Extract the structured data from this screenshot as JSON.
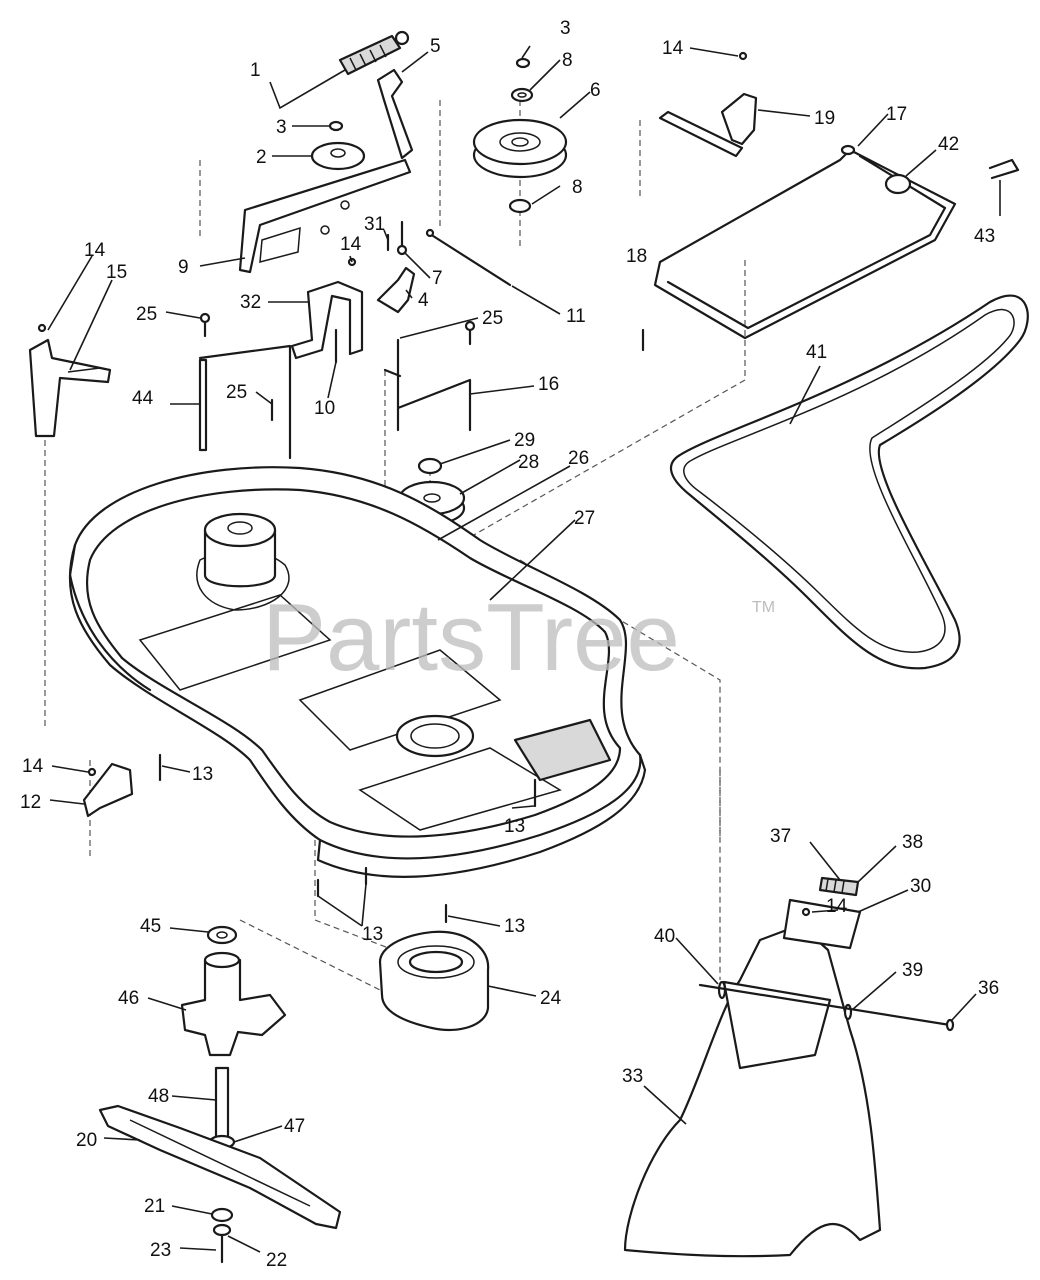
{
  "watermark": {
    "text": "PartsTree",
    "trademark": "TM"
  },
  "callouts": {
    "c1": "1",
    "c2": "2",
    "c3a": "3",
    "c3b": "3",
    "c4": "4",
    "c5": "5",
    "c6": "6",
    "c7": "7",
    "c8a": "8",
    "c8b": "8",
    "c9": "9",
    "c10": "10",
    "c11": "11",
    "c12": "12",
    "c13a": "13",
    "c13b": "13",
    "c13c": "13",
    "c13d": "13",
    "c14a": "14",
    "c14b": "14",
    "c14c": "14",
    "c14d": "14",
    "c14e": "14",
    "c15": "15",
    "c16": "16",
    "c17": "17",
    "c18": "18",
    "c19": "19",
    "c20": "20",
    "c21": "21",
    "c22": "22",
    "c23": "23",
    "c24": "24",
    "c25a": "25",
    "c25b": "25",
    "c25c": "25",
    "c26": "26",
    "c27": "27",
    "c28": "28",
    "c29": "29",
    "c30": "30",
    "c31": "31",
    "c32": "32",
    "c33": "33",
    "c36": "36",
    "c37": "37",
    "c38": "38",
    "c39": "39",
    "c40": "40",
    "c41": "41",
    "c42": "42",
    "c43": "43",
    "c44": "44",
    "c45": "45",
    "c46": "46",
    "c47": "47",
    "c48": "48"
  }
}
